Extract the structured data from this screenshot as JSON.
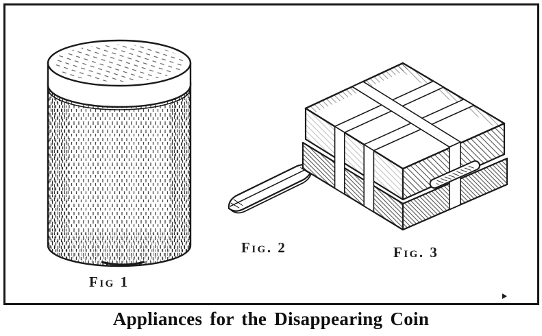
{
  "page": {
    "caption": "Appliances for the Disappearing Coin"
  },
  "figures": {
    "fig1": {
      "label": "Fig 1",
      "subject": "tin-canister-illustration"
    },
    "fig2": {
      "label": "Fig. 2",
      "subject": "wrapped-coin-packet-illustration"
    },
    "fig3": {
      "label": "Fig. 3",
      "subject": "strapped-box-illustration"
    }
  },
  "colors": {
    "ink": "#1a1a1a",
    "paper": "#ffffff"
  }
}
